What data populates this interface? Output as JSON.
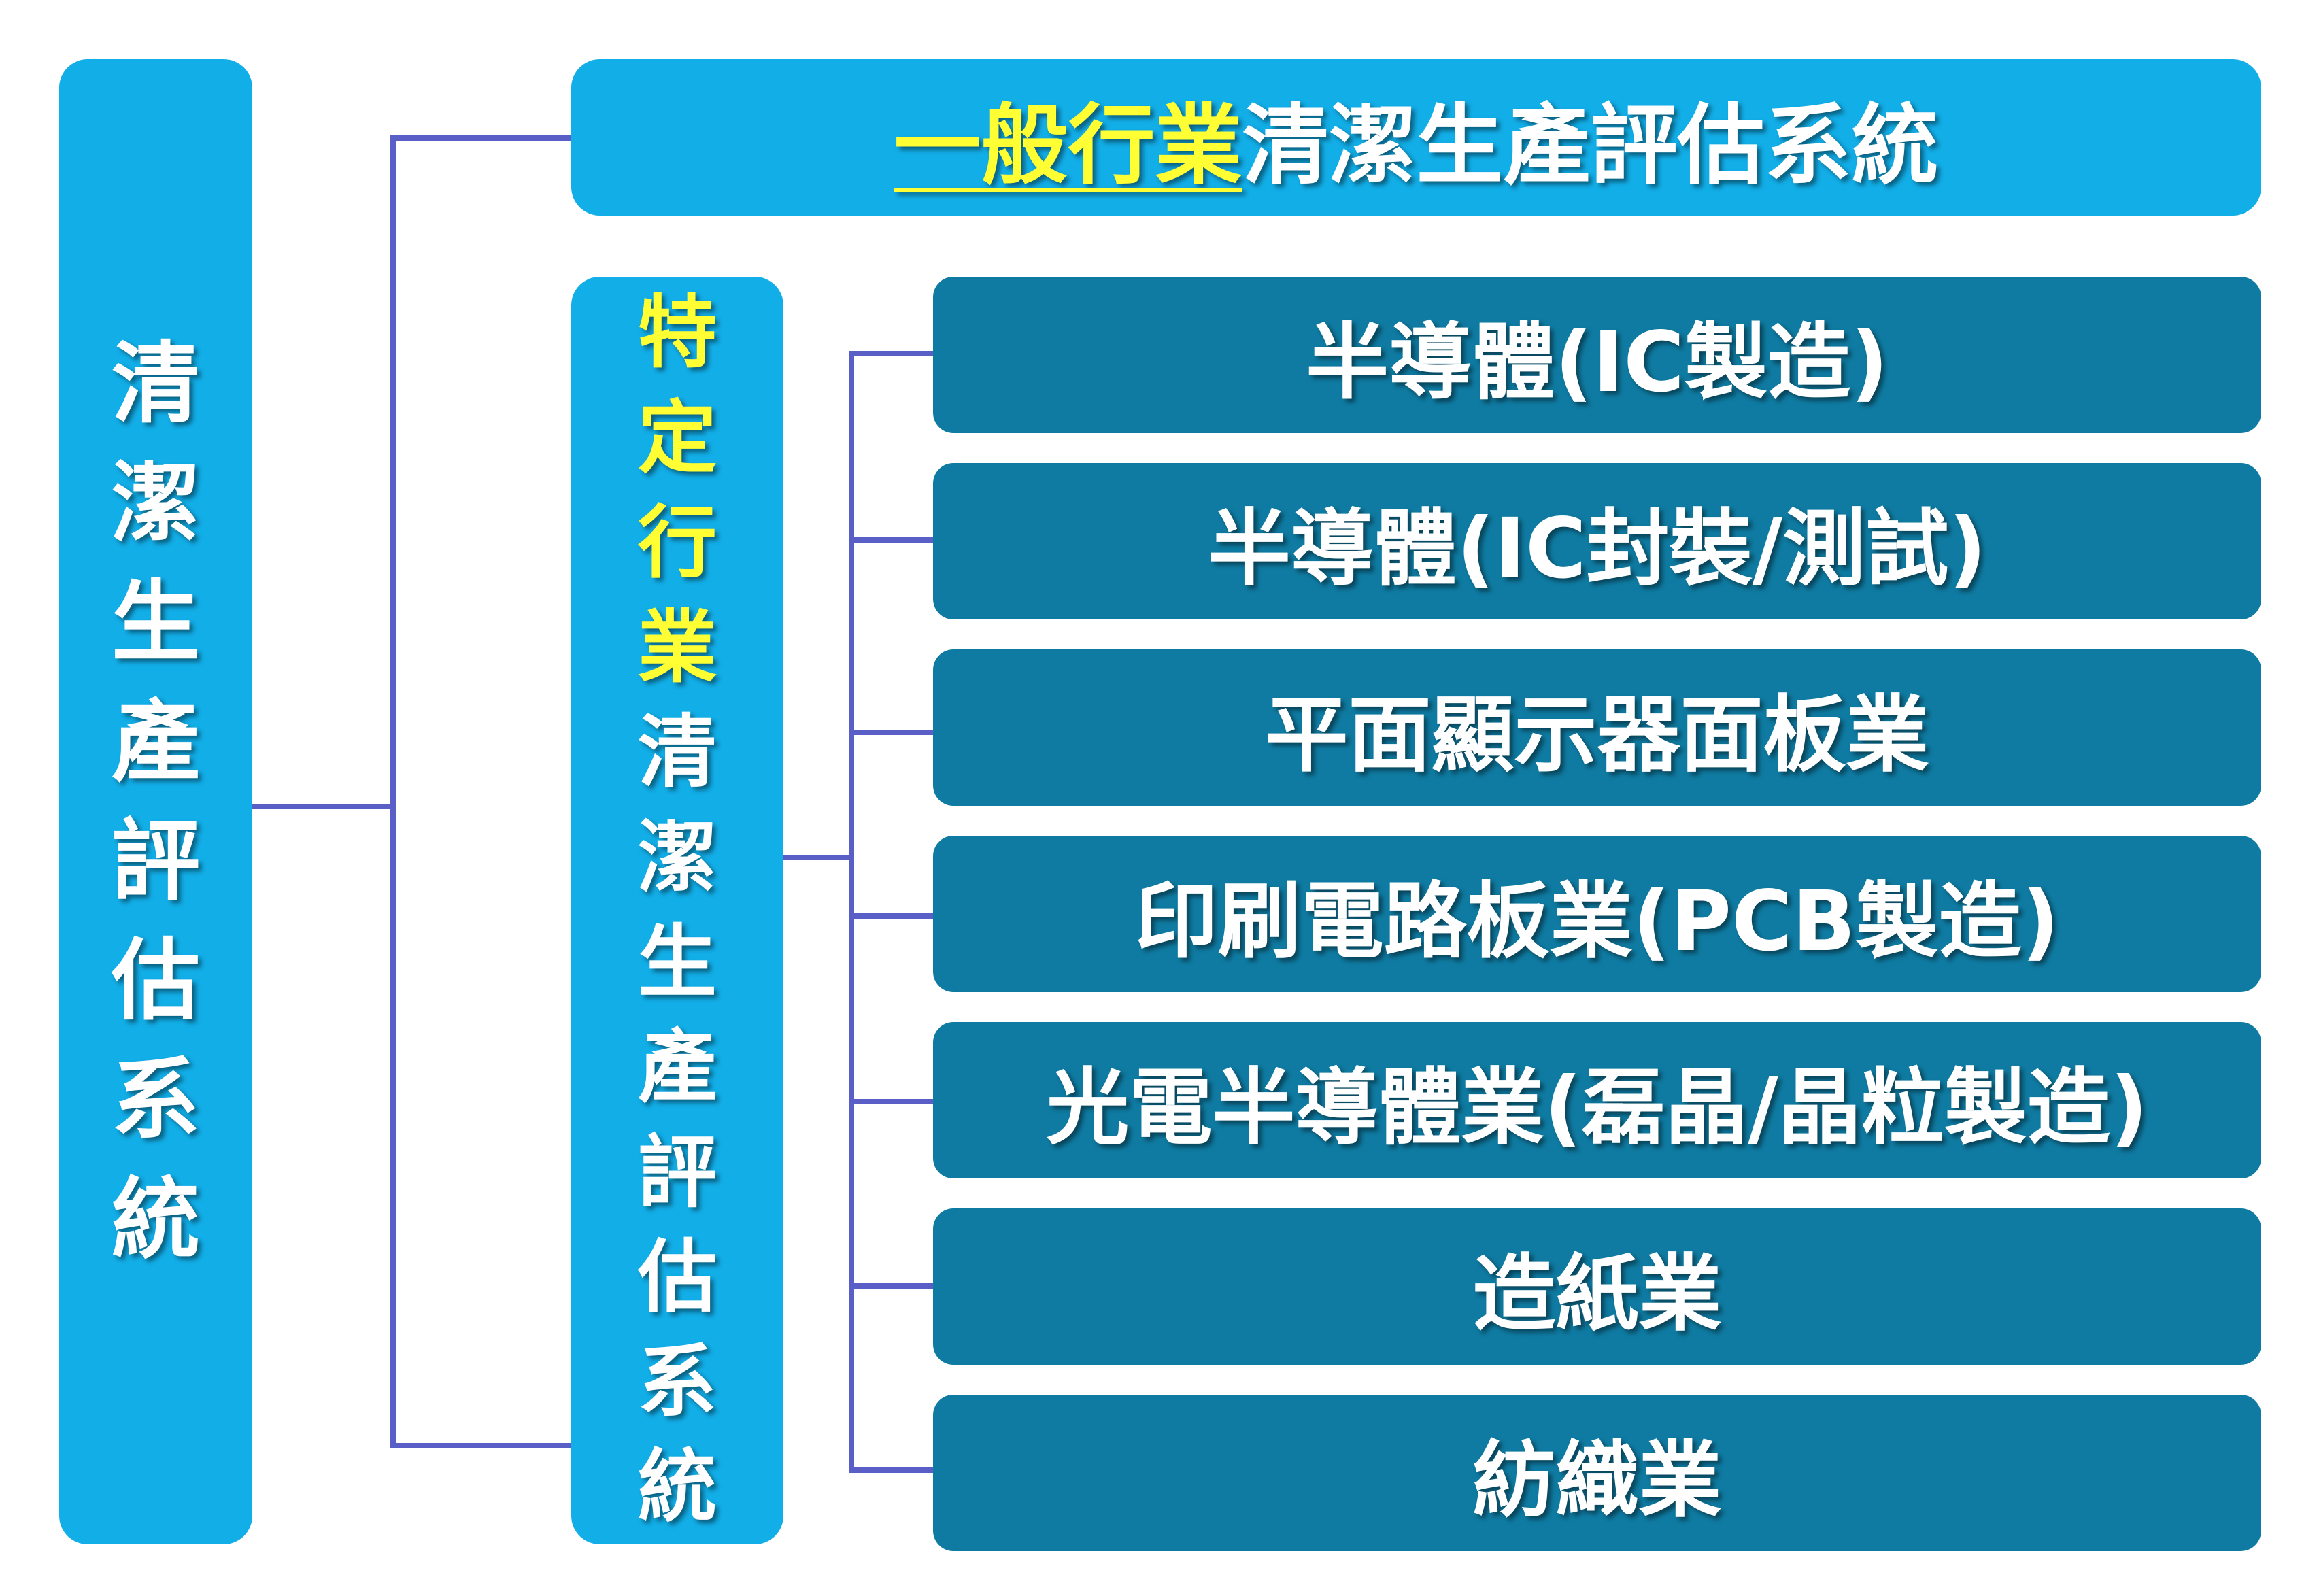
{
  "root": {
    "chars": [
      "清",
      "潔",
      "生",
      "產",
      "評",
      "估",
      "系",
      "統"
    ]
  },
  "general": {
    "highlight": "一般行業",
    "rest": "清潔生產評估系統"
  },
  "specific": {
    "highlight_chars": [
      "特",
      "定",
      "行",
      "業"
    ],
    "rest_chars": [
      "清",
      "潔",
      "生",
      "產",
      "評",
      "估",
      "系",
      "統"
    ]
  },
  "industries": [
    "半導體(IC製造)",
    "半導體(IC封裝/測試)",
    "平面顯示器面板業",
    "印刷電路板業(PCB製造)",
    "光電半導體業(磊晶/晶粒製造)",
    "造紙業",
    "紡織業"
  ],
  "colors": {
    "light_box": "#12aee8",
    "dark_box": "#0f7ba2",
    "connector": "#5a5fc8",
    "highlight": "#ffff33"
  }
}
